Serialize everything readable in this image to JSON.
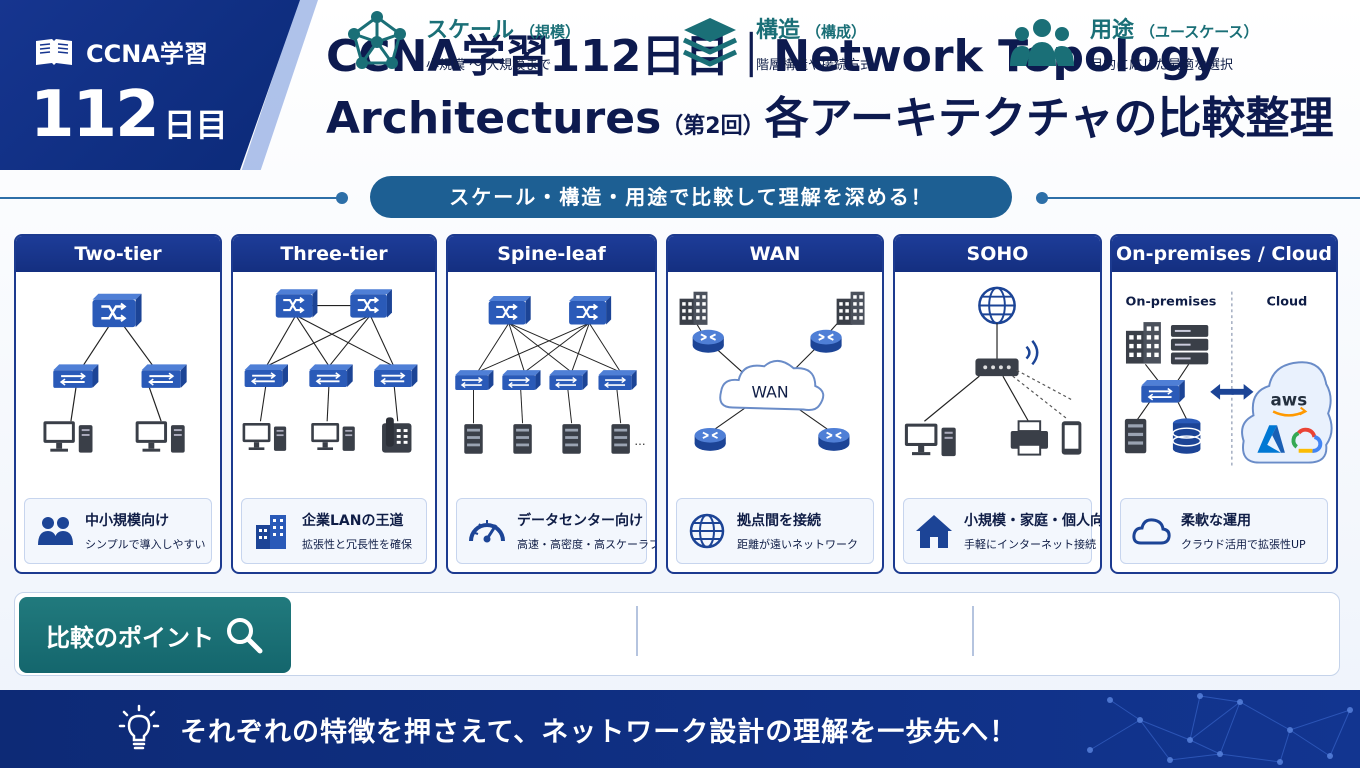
{
  "header": {
    "badge_label": "CCNA学習",
    "badge_day_number": "112",
    "badge_day_unit": "日目",
    "title_line1": "CCNA学習112日目｜Network Topology",
    "title_line2_main": "Architectures",
    "title_line2_small": "（第2回）",
    "title_line2_rest": "各アーキテクチャの比較整理",
    "subtitle": "スケール・構造・用途で比較して理解を深める！"
  },
  "cards": [
    {
      "title": "Two-tier",
      "main": "中小規模向け",
      "sub": "シンプルで導入しやすい"
    },
    {
      "title": "Three-tier",
      "main": "企業LANの王道",
      "sub": "拡張性と冗長性を確保"
    },
    {
      "title": "Spine-leaf",
      "main": "データセンター向け",
      "sub": "高速・高密度・高スケーラブル"
    },
    {
      "title": "WAN",
      "main": "拠点間を接続",
      "sub": "距離が遠いネットワーク",
      "cloud_label": "WAN"
    },
    {
      "title": "SOHO",
      "main": "小規模・家庭・個人向け",
      "sub": "手軽にインターネット接続"
    },
    {
      "title": "On-premises / Cloud",
      "main": "柔軟な運用",
      "sub": "クラウド活用で拡張性UP",
      "onprem_label": "On-premises",
      "cloud_label": "Cloud",
      "aws_label": "aws",
      "ellipsis": "..."
    }
  ],
  "spine_leaf_ellipsis": "...",
  "compare": {
    "button_label": "比較のポイント",
    "points": [
      {
        "title": "スケール",
        "title_small": "（規模）",
        "sub": "小規模 ～ 大規模まで"
      },
      {
        "title": "構造",
        "title_small": "（構成）",
        "sub": "階層構造や接続方式"
      },
      {
        "title": "用途",
        "title_small": "（ユースケース）",
        "sub": "目的に応じた最適な選択"
      }
    ]
  },
  "footer": {
    "message": "それぞれの特徴を押さえて、ネットワーク設計の理解を一歩先へ！"
  },
  "colors": {
    "navy": "#142f80",
    "teal": "#1a6f77",
    "switch_blue": "#2a5ab8"
  }
}
